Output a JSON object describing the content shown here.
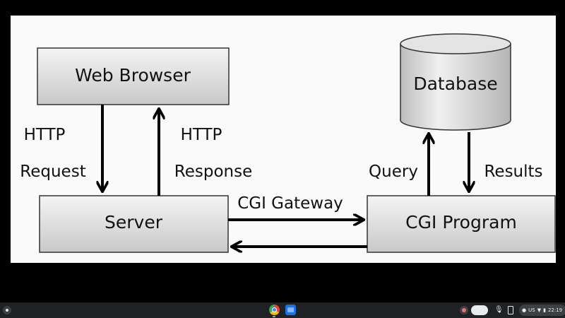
{
  "diagram": {
    "nodes": {
      "web_browser": "Web Browser",
      "server": "Server",
      "cgi_program": "CGI Program",
      "database": "Database"
    },
    "edge_labels": {
      "http_request_line1": "HTTP",
      "http_request_line2": "Request",
      "http_response_line1": "HTTP",
      "http_response_line2": "Response",
      "cgi_gateway": "CGI Gateway",
      "query": "Query",
      "results": "Results"
    },
    "colors": {
      "box_fill_light": "#f2f2f2",
      "box_fill_dark": "#cfcfcf",
      "box_stroke": "#333333",
      "arrow": "#000000",
      "text": "#111111"
    }
  },
  "shelf": {
    "apps": [
      {
        "name": "chrome",
        "icon": "chrome-icon"
      },
      {
        "name": "files",
        "icon": "files-icon"
      }
    ],
    "tray": {
      "region": "US",
      "time": "22:19"
    }
  }
}
